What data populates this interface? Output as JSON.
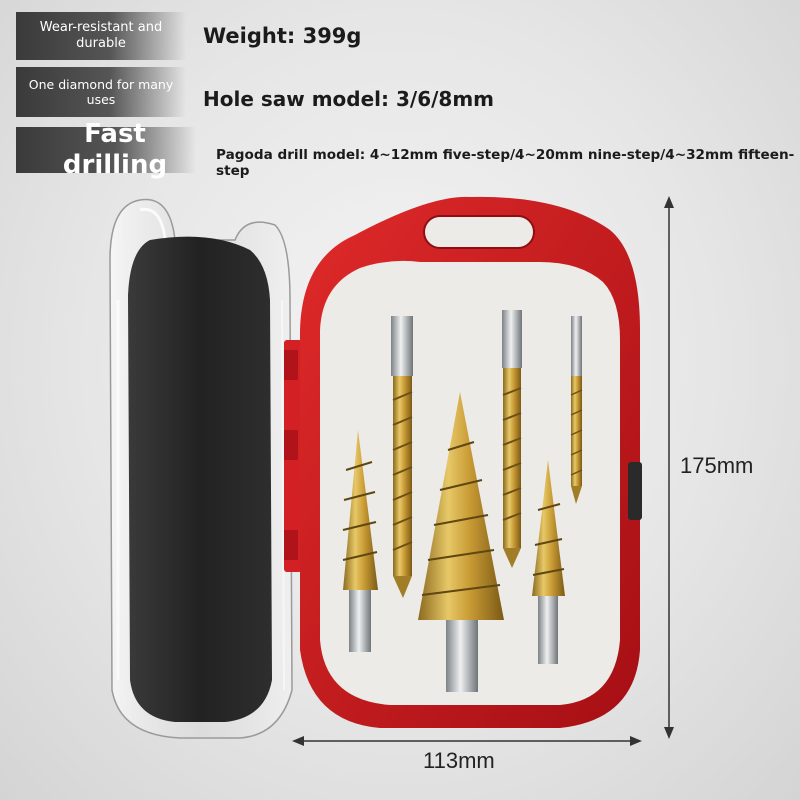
{
  "features": [
    {
      "line1": "Wear-resistant and",
      "line2": "durable"
    },
    {
      "line1": "One diamond for many",
      "line2": "uses"
    },
    {
      "line1": "Fast drilling",
      "line2": ""
    }
  ],
  "specs": {
    "weight": "Weight: 399g",
    "hole_saw": "Hole saw model: 3/6/8mm",
    "pagoda": "Pagoda drill model: 4~12mm five-step/4~20mm nine-step/4~32mm fifteen-step"
  },
  "dimensions": {
    "height": "175mm",
    "width": "113mm"
  },
  "colors": {
    "case_red": "#c8161c",
    "tray_white": "#ecebe7",
    "titanium_gold": "#c9a23c"
  }
}
